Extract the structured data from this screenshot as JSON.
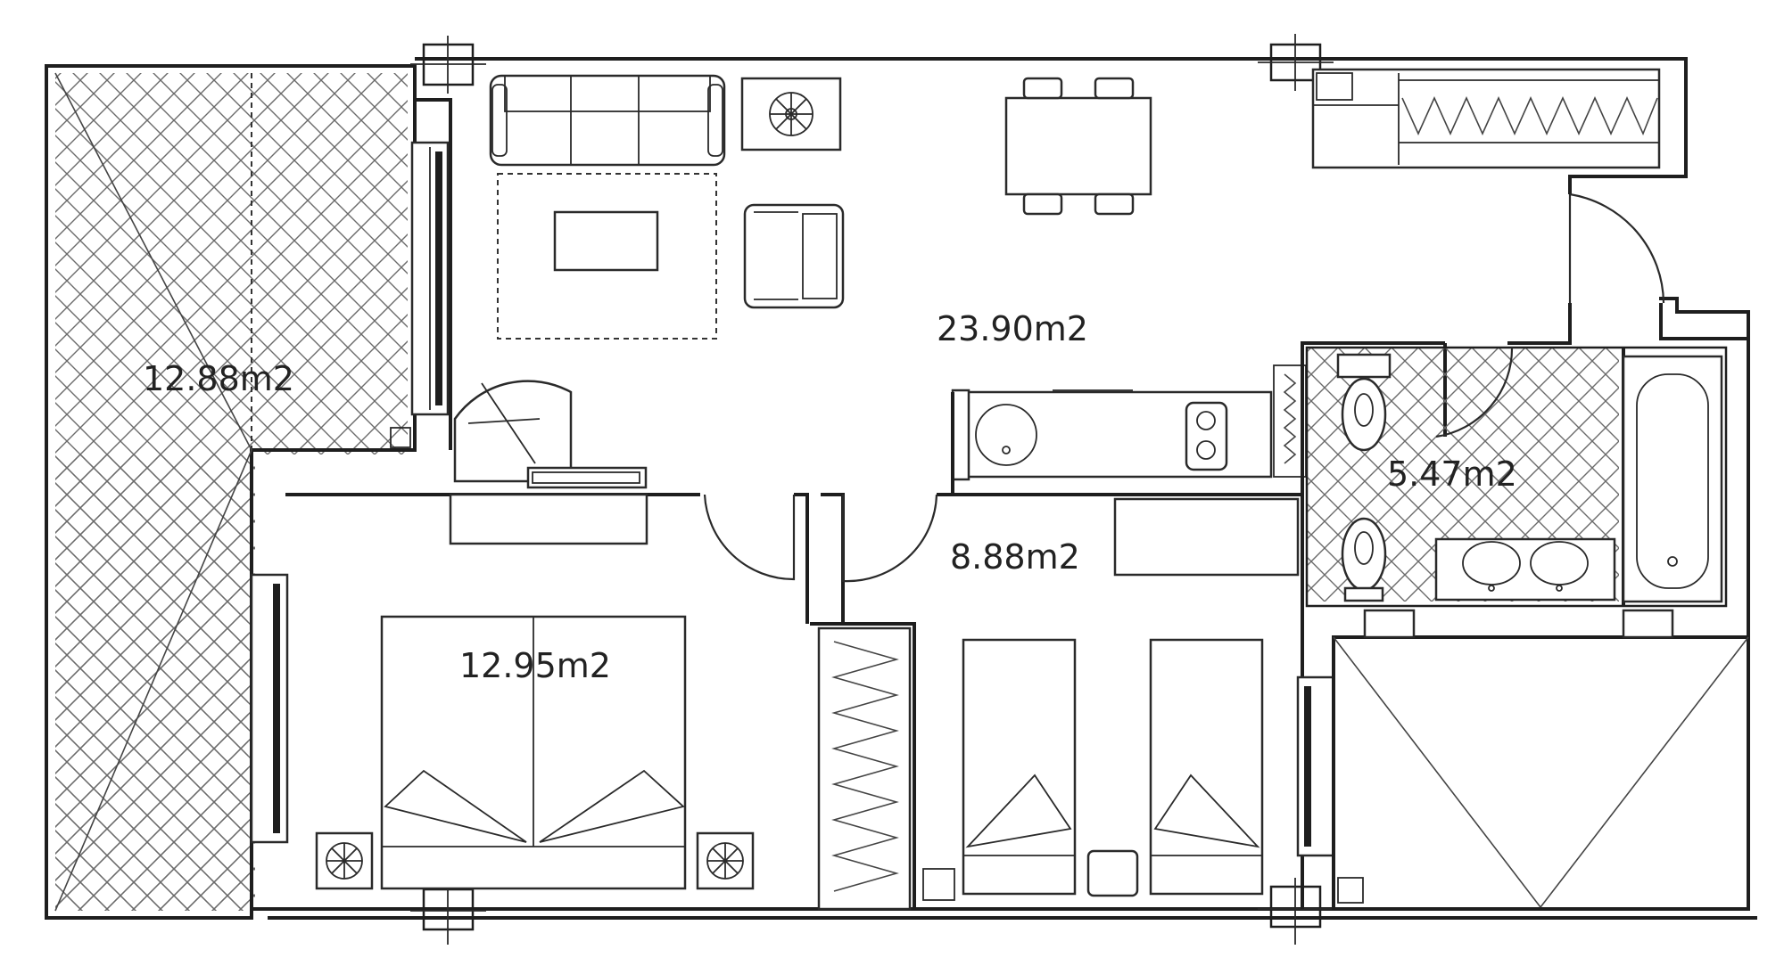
{
  "floorplan": {
    "rooms": [
      {
        "id": "terrace",
        "area": "12.88m2"
      },
      {
        "id": "living",
        "area": "23.90m2"
      },
      {
        "id": "bathroom",
        "area": "5.47m2"
      },
      {
        "id": "master-bedroom",
        "area": "12.95m2"
      },
      {
        "id": "bedroom-2",
        "area": "8.88m2"
      }
    ]
  },
  "colors": {
    "ink": "#1e1e1e",
    "paper": "#ffffff",
    "hatch": "#6a6a6a"
  }
}
